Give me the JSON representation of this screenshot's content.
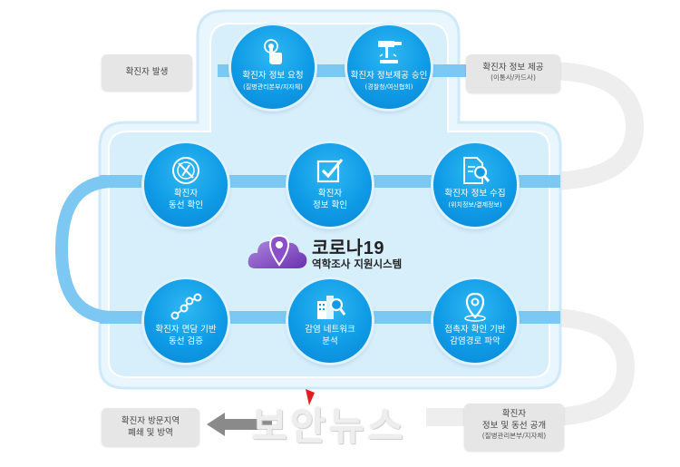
{
  "nodes": {
    "request": {
      "line1": "확진자 정보 요청",
      "sub": "(질병관리본부/지자체)"
    },
    "approve": {
      "line1": "확진자 정보제공 승인",
      "sub": "(경찰청/여신협회)"
    },
    "route": {
      "line1": "확진자",
      "line2": "동선 확인"
    },
    "info": {
      "line1": "확진자",
      "line2": "정보 확인"
    },
    "collect": {
      "line1": "확진자 정보 수집",
      "sub": "(위치정보/결제정보)"
    },
    "verify": {
      "line1": "확진자 면담 기반",
      "line2": "동선 검증"
    },
    "network": {
      "line1": "감염 네트워크",
      "line2": "분석"
    },
    "contact": {
      "line1": "접촉자 확인 기반",
      "line2": "감염경로 파악"
    }
  },
  "boxes": {
    "occur": {
      "title": "확진자 발생"
    },
    "provide": {
      "title": "확진자 정보 제공",
      "sub": "(이통사/카드사)"
    },
    "publish": {
      "title": "확진자",
      "title2": "정보 및 동선 공개",
      "sub": "(질병관리본부/지자체)"
    },
    "closure": {
      "title": "확진자 방문지역",
      "title2": "폐쇄 및 방역"
    }
  },
  "center": {
    "title": "코로나19",
    "subtitle": "역학조사 지원시스템"
  },
  "watermark": "보안뉴스",
  "colors": {
    "node": "#0f9be6",
    "panel": "#d7eefb",
    "track": "#f0f0f0",
    "box": "#e6e6e6",
    "logo": "#8a4fc9"
  }
}
